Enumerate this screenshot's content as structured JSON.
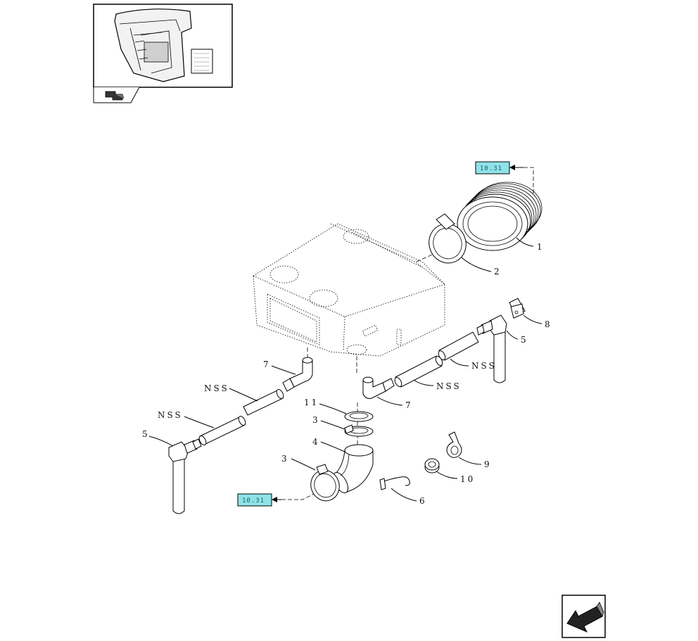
{
  "callouts": {
    "c1": "1",
    "c2": "2",
    "c3a": "3",
    "c3b": "3",
    "c4": "4",
    "c5a": "5",
    "c5b": "5",
    "c6": "6",
    "c7a": "7",
    "c7b": "7",
    "c8": "8",
    "c9": "9",
    "c10": "10",
    "c11": "11",
    "nss1": "NSS",
    "nss2": "NSS",
    "nss3": "NSS",
    "nss4": "NSS"
  },
  "references": {
    "top": "10.31",
    "bottom": "10.31"
  },
  "icons": {
    "thumbnail": "cab-thumbnail",
    "nav": "previous-page-arrow-icon"
  },
  "colors": {
    "ref_box": "#8fe3e8"
  }
}
